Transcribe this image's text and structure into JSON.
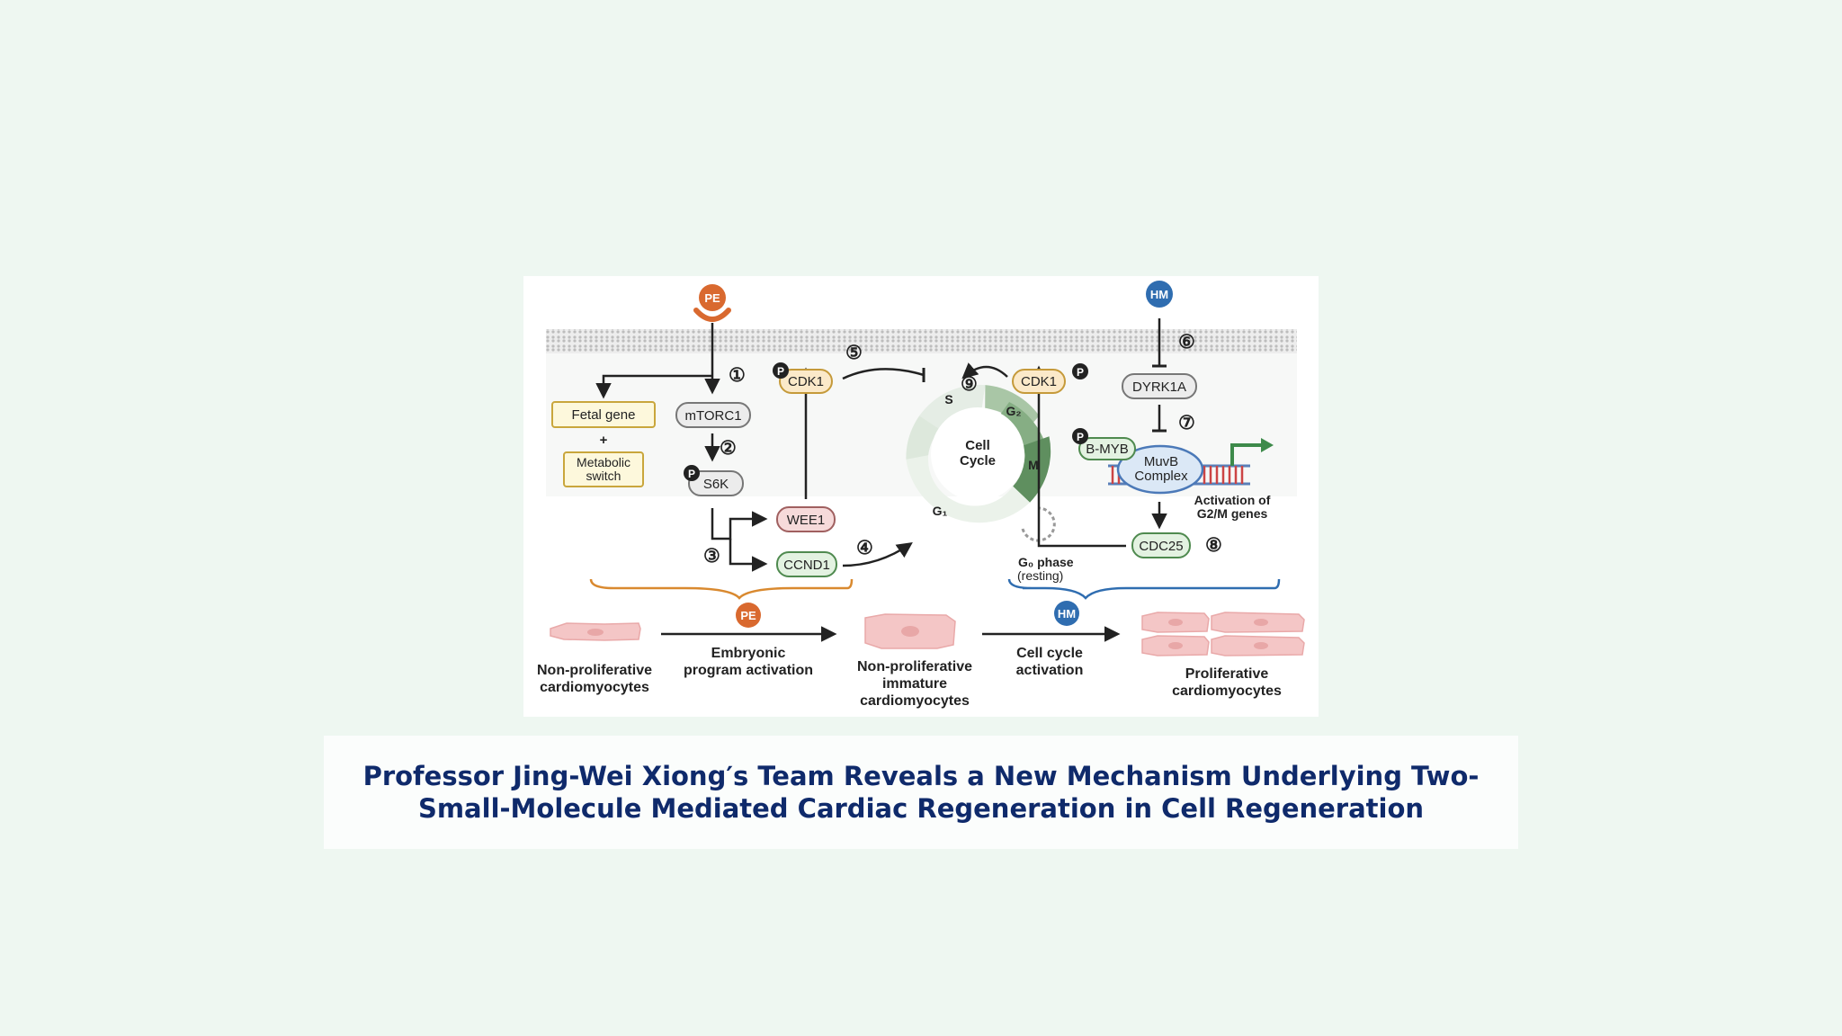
{
  "figure": {
    "ligands": {
      "pe": "PE",
      "hm": "HM"
    },
    "phospho": "P",
    "steps": [
      "①",
      "②",
      "③",
      "④",
      "⑤",
      "⑥",
      "⑦",
      "⑧",
      "⑨"
    ],
    "proteins": {
      "mtorc1": "mTORC1",
      "s6k": "S6K",
      "wee1": "WEE1",
      "ccnd1": "CCND1",
      "cdk1": "CDK1",
      "dyrk1a": "DYRK1A",
      "bmyb": "B-MYB",
      "cdc25": "CDC25"
    },
    "fetal_gene": "Fetal gene",
    "plus": "+",
    "metabolic_switch": [
      "Metabolic",
      "switch"
    ],
    "muvb_complex": [
      "MuvB",
      "Complex"
    ],
    "activation_genes": [
      "Activation of",
      "G2/M genes"
    ],
    "cell_cycle": {
      "center": [
        "Cell",
        "Cycle"
      ],
      "phases": {
        "s": "S",
        "g2": "G₂",
        "m": "M",
        "g1": "G₁"
      },
      "g0_phase": "G₀ phase",
      "g0_resting": "(resting)"
    },
    "stages": {
      "non_proliferative": [
        "Non-proliferative",
        "cardiomyocytes"
      ],
      "embryonic_activation": [
        "Embryonic",
        "program activation"
      ],
      "immature": [
        "Non-proliferative",
        "immature",
        "cardiomyocytes"
      ],
      "cycle_activation": [
        "Cell cycle",
        "activation"
      ],
      "proliferative": [
        "Proliferative",
        "cardiomyocytes"
      ]
    }
  },
  "caption": "Professor Jing-Wei Xiong′s Team Reveals a New Mechanism Underlying Two-Small-Molecule Mediated Cardiac Regeneration in Cell Regeneration",
  "colors": {
    "page_bg": "#eef7f1",
    "caption_text": "#0f2a6b",
    "pe_orange": "#d9692f",
    "hm_blue": "#2f6db0",
    "cycle_green": "#5f8f5f"
  }
}
